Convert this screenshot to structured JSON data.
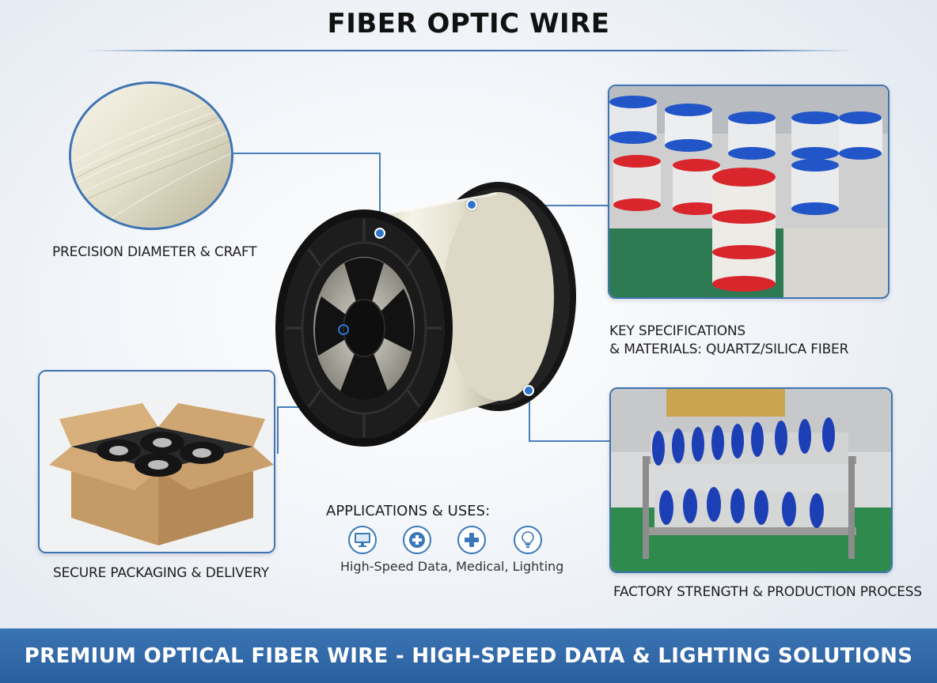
{
  "header": {
    "title": "FIBER OPTIC WIRE"
  },
  "features": {
    "precision": "PRECISION DIAMETER & CRAFT",
    "packaging": "SECURE PACKAGING & DELIVERY",
    "specs_line1": "KEY SPECIFICATIONS",
    "specs_line2": "& MATERIALS:  QUARTZ/SILICA FIBER",
    "factory": "FACTORY STRENGTH & PRODUCTION PROCESS"
  },
  "applications": {
    "title": "APPLICATIONS & USES:",
    "icons": [
      "monitor-icon",
      "medical-cross-icon",
      "medical-plus-icon",
      "lightbulb-icon"
    ],
    "subtitle": "High-Speed Data, Medical, Lighting"
  },
  "banner": {
    "text": "PREMIUM OPTICAL FIBER WIRE - HIGH-SPEED DATA & LIGHTING SOLUTIONS"
  },
  "colors": {
    "accent": "#3e74b3",
    "banner": "#2f66a6",
    "dot": "#2f74c8",
    "red_flange": "#d8262c",
    "blue_flange": "#1f4fc2"
  }
}
